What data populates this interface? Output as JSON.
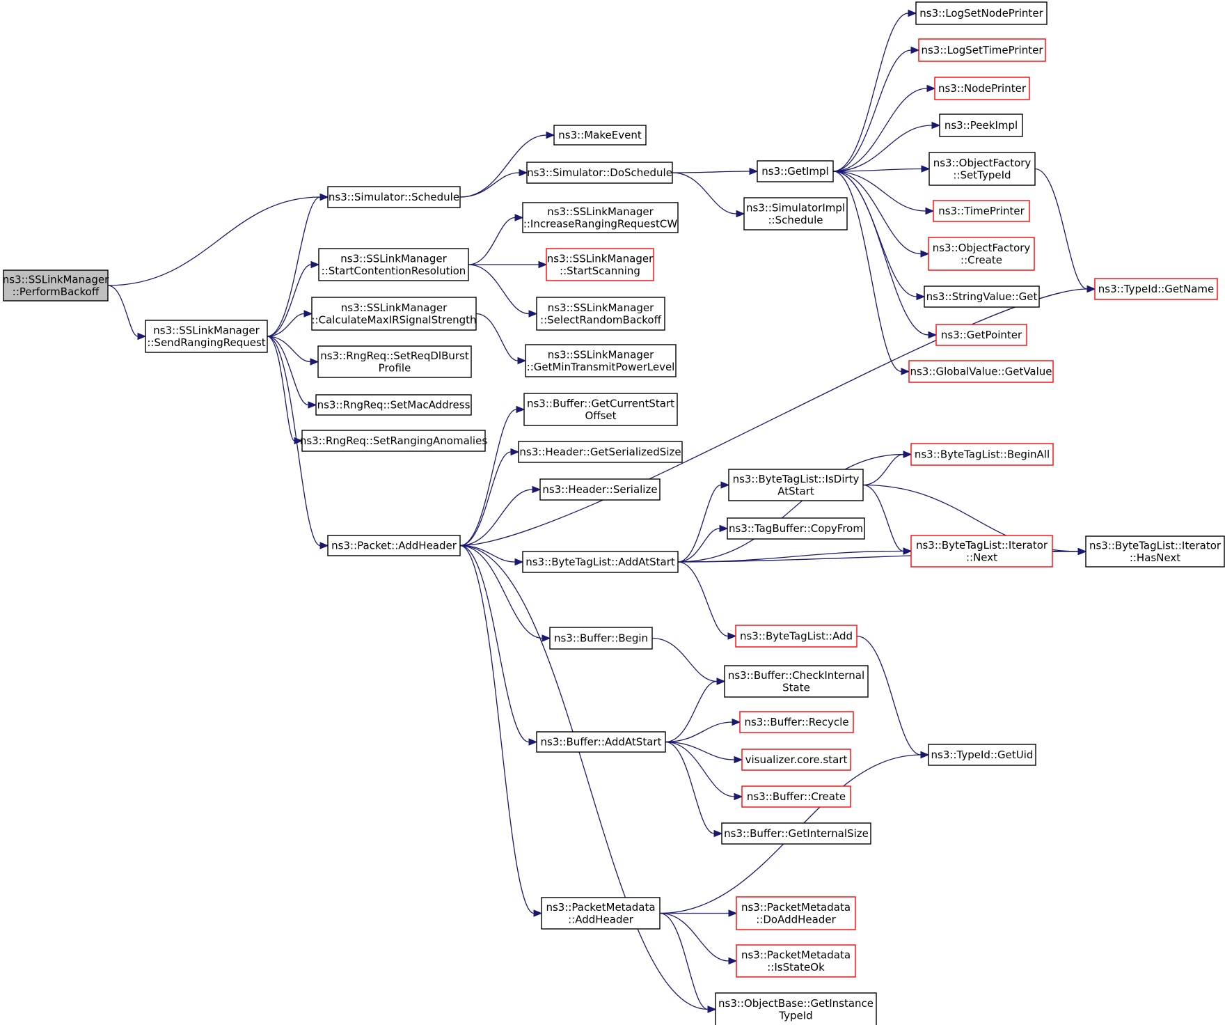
{
  "colors": {
    "edge": "#191970",
    "border_normal": "#000000",
    "border_truncated": "#ff0000",
    "root_fill": "#bfbfbf",
    "node_fill": "#ffffff"
  },
  "nodes": [
    {
      "id": "perform-backoff",
      "lines": [
        "ns3::SSLinkManager",
        "::PerformBackoff"
      ],
      "style": "root"
    },
    {
      "id": "send-ranging-request",
      "lines": [
        "ns3::SSLinkManager",
        "::SendRangingRequest"
      ],
      "style": "normal"
    },
    {
      "id": "simulator-schedule",
      "lines": [
        "ns3::Simulator::Schedule"
      ],
      "style": "normal"
    },
    {
      "id": "make-event",
      "lines": [
        "ns3::MakeEvent"
      ],
      "style": "normal"
    },
    {
      "id": "simulator-doschedule",
      "lines": [
        "ns3::Simulator::DoSchedule"
      ],
      "style": "normal"
    },
    {
      "id": "get-impl",
      "lines": [
        "ns3::GetImpl"
      ],
      "style": "normal"
    },
    {
      "id": "simulatorimpl-schedule",
      "lines": [
        "ns3::SimulatorImpl",
        "::Schedule"
      ],
      "style": "normal"
    },
    {
      "id": "log-set-node-printer",
      "lines": [
        "ns3::LogSetNodePrinter"
      ],
      "style": "normal"
    },
    {
      "id": "log-set-time-printer",
      "lines": [
        "ns3::LogSetTimePrinter"
      ],
      "style": "truncated"
    },
    {
      "id": "node-printer",
      "lines": [
        "ns3::NodePrinter"
      ],
      "style": "truncated"
    },
    {
      "id": "peek-impl",
      "lines": [
        "ns3::PeekImpl"
      ],
      "style": "normal"
    },
    {
      "id": "objectfactory-settypeid",
      "lines": [
        "ns3::ObjectFactory",
        "::SetTypeId"
      ],
      "style": "normal"
    },
    {
      "id": "time-printer",
      "lines": [
        "ns3::TimePrinter"
      ],
      "style": "truncated"
    },
    {
      "id": "objectfactory-create",
      "lines": [
        "ns3::ObjectFactory",
        "::Create"
      ],
      "style": "truncated"
    },
    {
      "id": "stringvalue-get",
      "lines": [
        "ns3::StringValue::Get"
      ],
      "style": "normal"
    },
    {
      "id": "get-pointer",
      "lines": [
        "ns3::GetPointer"
      ],
      "style": "truncated"
    },
    {
      "id": "globalvalue-getvalue",
      "lines": [
        "ns3::GlobalValue::GetValue"
      ],
      "style": "truncated"
    },
    {
      "id": "typeid-getname",
      "lines": [
        "ns3::TypeId::GetName"
      ],
      "style": "truncated"
    },
    {
      "id": "increase-ranging-request-cw",
      "lines": [
        "ns3::SSLinkManager",
        "::IncreaseRangingRequestCW"
      ],
      "style": "normal"
    },
    {
      "id": "start-contention-resolution",
      "lines": [
        "ns3::SSLinkManager",
        "::StartContentionResolution"
      ],
      "style": "normal"
    },
    {
      "id": "start-scanning",
      "lines": [
        "ns3::SSLinkManager",
        "::StartScanning"
      ],
      "style": "truncated"
    },
    {
      "id": "select-random-backoff",
      "lines": [
        "ns3::SSLinkManager",
        "::SelectRandomBackoff"
      ],
      "style": "normal"
    },
    {
      "id": "calculate-max-ir-signal-strength",
      "lines": [
        "ns3::SSLinkManager",
        "::CalculateMaxIRSignalStrength"
      ],
      "style": "normal"
    },
    {
      "id": "get-min-transmit-power-level",
      "lines": [
        "ns3::SSLinkManager",
        "::GetMinTransmitPowerLevel"
      ],
      "style": "normal"
    },
    {
      "id": "set-req-dl-burst-profile",
      "lines": [
        "ns3::RngReq::SetReqDlBurst",
        "Profile"
      ],
      "style": "normal"
    },
    {
      "id": "set-mac-address",
      "lines": [
        "ns3::RngReq::SetMacAddress"
      ],
      "style": "normal"
    },
    {
      "id": "set-ranging-anomalies",
      "lines": [
        "ns3::RngReq::SetRangingAnomalies"
      ],
      "style": "normal"
    },
    {
      "id": "buffer-get-current-start-offset",
      "lines": [
        "ns3::Buffer::GetCurrentStart",
        "Offset"
      ],
      "style": "normal"
    },
    {
      "id": "header-get-serialized-size",
      "lines": [
        "ns3::Header::GetSerializedSize"
      ],
      "style": "normal"
    },
    {
      "id": "header-serialize",
      "lines": [
        "ns3::Header::Serialize"
      ],
      "style": "normal"
    },
    {
      "id": "packet-add-header",
      "lines": [
        "ns3::Packet::AddHeader"
      ],
      "style": "normal"
    },
    {
      "id": "bytetaglist-addatstart",
      "lines": [
        "ns3::ByteTagList::AddAtStart"
      ],
      "style": "normal"
    },
    {
      "id": "bytetaglist-beginall",
      "lines": [
        "ns3::ByteTagList::BeginAll"
      ],
      "style": "truncated"
    },
    {
      "id": "bytetaglist-isdirtyatstart",
      "lines": [
        "ns3::ByteTagList::IsDirty",
        "AtStart"
      ],
      "style": "normal"
    },
    {
      "id": "tagbuffer-copyfrom",
      "lines": [
        "ns3::TagBuffer::CopyFrom"
      ],
      "style": "normal"
    },
    {
      "id": "bytetaglist-iterator-next",
      "lines": [
        "ns3::ByteTagList::Iterator",
        "::Next"
      ],
      "style": "truncated"
    },
    {
      "id": "bytetaglist-iterator-hasnext",
      "lines": [
        "ns3::ByteTagList::Iterator",
        "::HasNext"
      ],
      "style": "normal"
    },
    {
      "id": "bytetaglist-add",
      "lines": [
        "ns3::ByteTagList::Add"
      ],
      "style": "truncated"
    },
    {
      "id": "buffer-begin",
      "lines": [
        "ns3::Buffer::Begin"
      ],
      "style": "normal"
    },
    {
      "id": "buffer-check-internal-state",
      "lines": [
        "ns3::Buffer::CheckInternal",
        "State"
      ],
      "style": "normal"
    },
    {
      "id": "buffer-addatstart",
      "lines": [
        "ns3::Buffer::AddAtStart"
      ],
      "style": "normal"
    },
    {
      "id": "buffer-recycle",
      "lines": [
        "ns3::Buffer::Recycle"
      ],
      "style": "truncated"
    },
    {
      "id": "visualizer-core-start",
      "lines": [
        "visualizer.core.start"
      ],
      "style": "truncated"
    },
    {
      "id": "buffer-create",
      "lines": [
        "ns3::Buffer::Create"
      ],
      "style": "truncated"
    },
    {
      "id": "buffer-get-internal-size",
      "lines": [
        "ns3::Buffer::GetInternalSize"
      ],
      "style": "normal"
    },
    {
      "id": "typeid-getuid",
      "lines": [
        "ns3::TypeId::GetUid"
      ],
      "style": "normal"
    },
    {
      "id": "packetmetadata-addheader",
      "lines": [
        "ns3::PacketMetadata",
        "::AddHeader"
      ],
      "style": "normal"
    },
    {
      "id": "packetmetadata-doaddheader",
      "lines": [
        "ns3::PacketMetadata",
        "::DoAddHeader"
      ],
      "style": "truncated"
    },
    {
      "id": "packetmetadata-isstateok",
      "lines": [
        "ns3::PacketMetadata",
        "::IsStateOk"
      ],
      "style": "truncated"
    },
    {
      "id": "objectbase-getinstancetypeid",
      "lines": [
        "ns3::ObjectBase::GetInstance",
        "TypeId"
      ],
      "style": "normal"
    }
  ],
  "edges": [
    [
      "perform-backoff",
      "simulator-schedule"
    ],
    [
      "perform-backoff",
      "send-ranging-request"
    ],
    [
      "simulator-schedule",
      "make-event"
    ],
    [
      "simulator-schedule",
      "simulator-doschedule"
    ],
    [
      "simulator-doschedule",
      "get-impl"
    ],
    [
      "simulator-doschedule",
      "simulatorimpl-schedule"
    ],
    [
      "get-impl",
      "log-set-node-printer"
    ],
    [
      "get-impl",
      "log-set-time-printer"
    ],
    [
      "get-impl",
      "node-printer"
    ],
    [
      "get-impl",
      "peek-impl"
    ],
    [
      "get-impl",
      "objectfactory-settypeid"
    ],
    [
      "get-impl",
      "time-printer"
    ],
    [
      "get-impl",
      "objectfactory-create"
    ],
    [
      "get-impl",
      "stringvalue-get"
    ],
    [
      "get-impl",
      "get-pointer"
    ],
    [
      "get-impl",
      "globalvalue-getvalue"
    ],
    [
      "objectfactory-settypeid",
      "typeid-getname"
    ],
    [
      "send-ranging-request",
      "simulator-schedule"
    ],
    [
      "send-ranging-request",
      "start-contention-resolution"
    ],
    [
      "send-ranging-request",
      "calculate-max-ir-signal-strength"
    ],
    [
      "send-ranging-request",
      "set-req-dl-burst-profile"
    ],
    [
      "send-ranging-request",
      "set-mac-address"
    ],
    [
      "send-ranging-request",
      "set-ranging-anomalies"
    ],
    [
      "send-ranging-request",
      "packet-add-header"
    ],
    [
      "start-contention-resolution",
      "increase-ranging-request-cw"
    ],
    [
      "start-contention-resolution",
      "start-scanning"
    ],
    [
      "start-contention-resolution",
      "select-random-backoff"
    ],
    [
      "calculate-max-ir-signal-strength",
      "get-min-transmit-power-level"
    ],
    [
      "packet-add-header",
      "buffer-get-current-start-offset"
    ],
    [
      "packet-add-header",
      "header-get-serialized-size"
    ],
    [
      "packet-add-header",
      "header-serialize"
    ],
    [
      "packet-add-header",
      "typeid-getname"
    ],
    [
      "packet-add-header",
      "bytetaglist-addatstart"
    ],
    [
      "packet-add-header",
      "buffer-begin"
    ],
    [
      "packet-add-header",
      "buffer-addatstart"
    ],
    [
      "packet-add-header",
      "packetmetadata-addheader"
    ],
    [
      "packet-add-header",
      "objectbase-getinstancetypeid"
    ],
    [
      "bytetaglist-addatstart",
      "bytetaglist-beginall"
    ],
    [
      "bytetaglist-addatstart",
      "bytetaglist-isdirtyatstart"
    ],
    [
      "bytetaglist-addatstart",
      "tagbuffer-copyfrom"
    ],
    [
      "bytetaglist-addatstart",
      "bytetaglist-iterator-next"
    ],
    [
      "bytetaglist-addatstart",
      "bytetaglist-iterator-hasnext"
    ],
    [
      "bytetaglist-addatstart",
      "bytetaglist-add"
    ],
    [
      "bytetaglist-isdirtyatstart",
      "bytetaglist-beginall"
    ],
    [
      "bytetaglist-isdirtyatstart",
      "bytetaglist-iterator-next"
    ],
    [
      "bytetaglist-isdirtyatstart",
      "bytetaglist-iterator-hasnext"
    ],
    [
      "bytetaglist-iterator-next",
      "bytetaglist-iterator-hasnext"
    ],
    [
      "bytetaglist-add",
      "typeid-getuid"
    ],
    [
      "buffer-begin",
      "buffer-check-internal-state"
    ],
    [
      "buffer-addatstart",
      "buffer-check-internal-state"
    ],
    [
      "buffer-addatstart",
      "buffer-recycle"
    ],
    [
      "buffer-addatstart",
      "visualizer-core-start"
    ],
    [
      "buffer-addatstart",
      "buffer-create"
    ],
    [
      "buffer-addatstart",
      "buffer-get-internal-size"
    ],
    [
      "packetmetadata-addheader",
      "typeid-getuid"
    ],
    [
      "packetmetadata-addheader",
      "packetmetadata-doaddheader"
    ],
    [
      "packetmetadata-addheader",
      "packetmetadata-isstateok"
    ],
    [
      "packetmetadata-addheader",
      "objectbase-getinstancetypeid"
    ]
  ]
}
